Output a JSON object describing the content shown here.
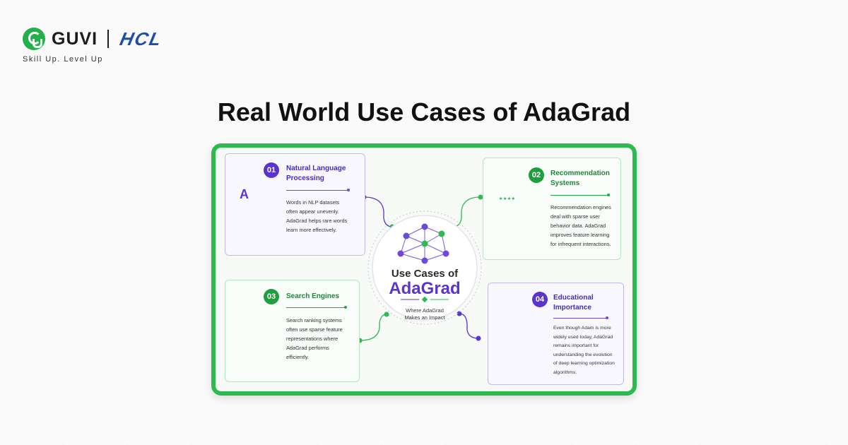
{
  "brand": {
    "guvi": "GUVI",
    "hcl": "HCL",
    "tagline": "Skill Up. Level Up"
  },
  "title": "Real World Use Cases of AdaGrad",
  "center": {
    "line1": "Use Cases of",
    "line2": "AdaGrad",
    "subtitle1": "Where AdaGrad",
    "subtitle2": "Makes an Impact"
  },
  "cards": [
    {
      "number": "01",
      "title_line1": "Natural Language",
      "title_line2": "Processing",
      "desc": [
        "Words in NLP datasets",
        "often appear unevenly.",
        "AdaGrad helps rare words",
        "learn more effectively."
      ],
      "icon_letter": "A"
    },
    {
      "number": "02",
      "title_line1": "Recommendation",
      "title_line2": "Systems",
      "desc": [
        "Recommendation engines",
        "deal with sparse user",
        "behavior data. AdaGrad",
        "improves feature learning",
        "for infrequent interactions."
      ],
      "stars": "★★★★"
    },
    {
      "number": "03",
      "title_line1": "Search Engines",
      "title_line2": "",
      "desc": [
        "Search ranking systems",
        "often use sparse feature",
        "representations where",
        "AdaGrad performs",
        "efficiently."
      ]
    },
    {
      "number": "04",
      "title_line1": "Educational",
      "title_line2": "Importance",
      "desc": [
        "Even though Adam is more",
        "widely used today, AdaGrad",
        "remains important for",
        "understanding the evolution",
        "of deep learning optimization",
        "algorithms."
      ]
    }
  ],
  "colors": {
    "green": "#2dba4e",
    "purple": "#5b33cf",
    "hcl_blue": "#1e4fa8"
  }
}
